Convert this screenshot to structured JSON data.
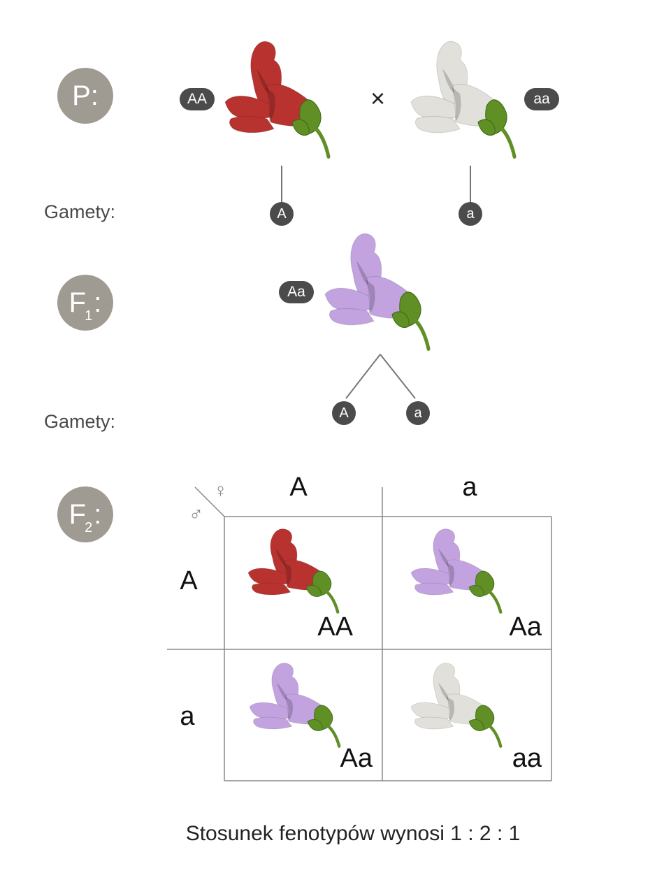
{
  "generations": {
    "p": {
      "label": "P:"
    },
    "f1": {
      "label": "F",
      "sub": "1",
      "colon": ":"
    },
    "f2": {
      "label": "F",
      "sub": "2",
      "colon": ":"
    }
  },
  "parents": {
    "left_genotype": "AA",
    "right_genotype": "aa",
    "cross_symbol": "×",
    "gametes_label": "Gamety:",
    "left_gamete": "A",
    "right_gamete": "a"
  },
  "f1": {
    "genotype": "Aa",
    "gametes_label": "Gamety:",
    "gamete_1": "A",
    "gamete_2": "a"
  },
  "punnett": {
    "female_symbol": "♀",
    "male_symbol": "♂",
    "col_headers": [
      "A",
      "a"
    ],
    "row_headers": [
      "A",
      "a"
    ],
    "cells": [
      "AA",
      "Aa",
      "Aa",
      "aa"
    ]
  },
  "colors": {
    "red_flower": "#b8332f",
    "purple_flower": "#c2a3e0",
    "white_flower": "#e2e0da",
    "sepal": "#5f8f25",
    "gen_circle": "#a09b92",
    "pill": "#4b4b4b"
  },
  "ratio_text": "Stosunek fenotypów wynosi 1 : 2 : 1"
}
